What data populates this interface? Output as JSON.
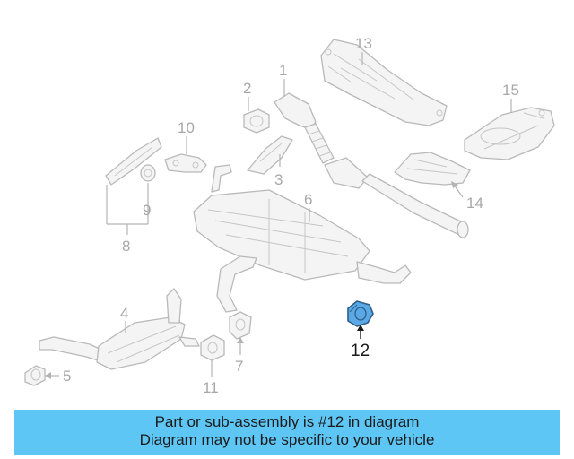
{
  "colors": {
    "highlight_part": "#5aa9e6",
    "banner_background": "#5ec6f5",
    "part_outline": "#b9b9b9",
    "label_gray": "#a8a8a8"
  },
  "diagram": {
    "callouts": [
      "1",
      "2",
      "3",
      "4",
      "5",
      "6",
      "7",
      "8",
      "9",
      "10",
      "11",
      "12",
      "13",
      "14",
      "15"
    ],
    "highlighted_callout": "12"
  },
  "banner": {
    "line1": "Part or sub-assembly is #12 in diagram",
    "line2": "Diagram may not be specific to your vehicle"
  }
}
